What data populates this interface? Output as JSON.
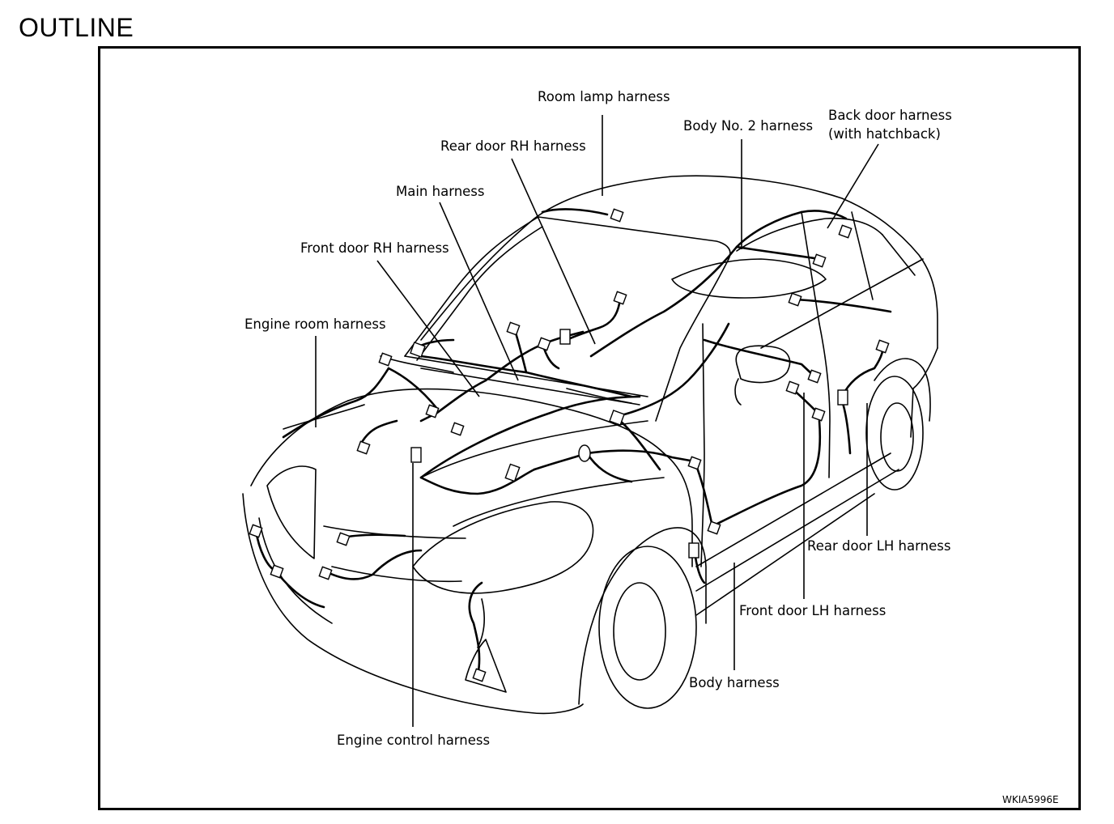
{
  "title": "OUTLINE",
  "figure_code": "WKIA5996E",
  "labels": {
    "room_lamp": "Room lamp harness",
    "body_no2": "Body No. 2 harness",
    "back_door_line1": "Back door harness",
    "back_door_line2": "(with hatchback)",
    "rear_door_rh": "Rear door RH harness",
    "main": "Main harness",
    "front_door_rh": "Front door RH harness",
    "engine_room": "Engine room harness",
    "rear_door_lh": "Rear door LH harness",
    "front_door_lh": "Front door LH harness",
    "body": "Body harness",
    "engine_control": "Engine control harness"
  }
}
